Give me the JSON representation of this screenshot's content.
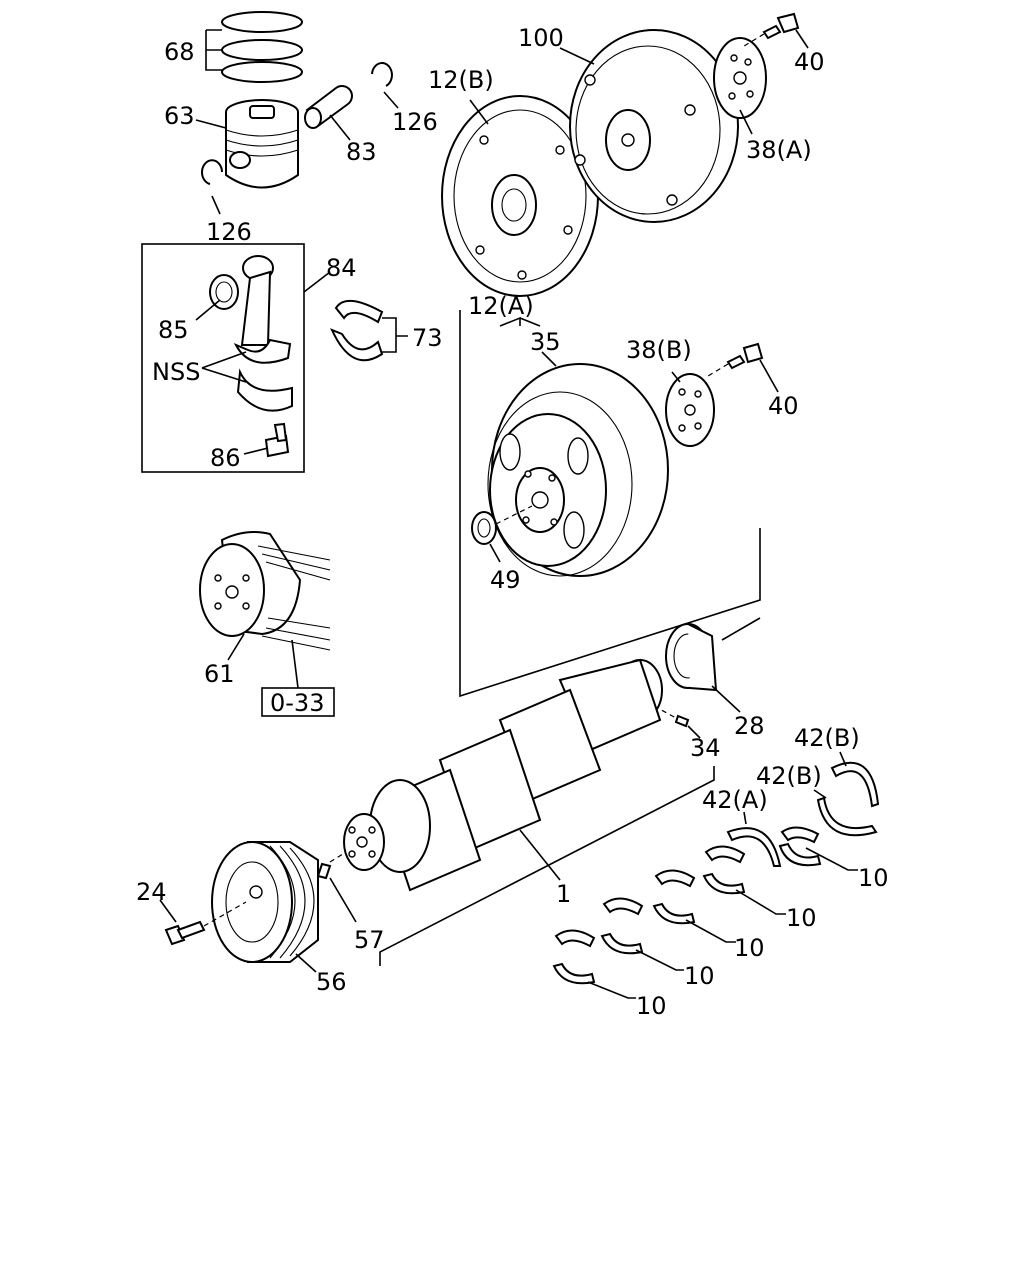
{
  "labels": {
    "l68": "68",
    "l63": "63",
    "l83": "83",
    "l126a": "126",
    "l126b": "126",
    "l84": "84",
    "l85": "85",
    "l73": "73",
    "lnss": "NSS",
    "l86": "86",
    "l61": "61",
    "lref": "0-33",
    "l12b": "12(B)",
    "l100": "100",
    "l40a": "40",
    "l38a": "38(A)",
    "l12a": "12(A)",
    "l35": "35",
    "l38b": "38(B)",
    "l40b": "40",
    "l49": "49",
    "l28": "28",
    "l34": "34",
    "l1": "1",
    "l57": "57",
    "l24": "24",
    "l56": "56",
    "l42b1": "42(B)",
    "l42b2": "42(B)",
    "l42a": "42(A)",
    "l10a": "10",
    "l10b": "10",
    "l10c": "10",
    "l10d": "10",
    "l10e": "10"
  }
}
